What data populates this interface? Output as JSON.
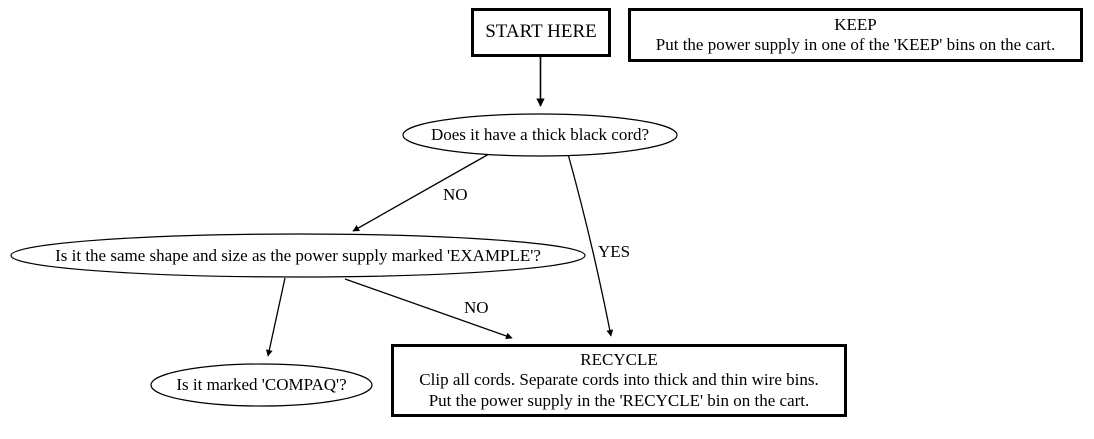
{
  "diagram": {
    "title": "Power supply sorting decision flowchart",
    "background": "#ffffff",
    "stroke": "#000000",
    "nodes": {
      "start": {
        "label": "START HERE",
        "shape": "box"
      },
      "keep": {
        "line1": "KEEP",
        "line2": "Put the power supply in one of the 'KEEP' bins on the cart.",
        "shape": "box"
      },
      "cord_question": {
        "label": "Does it have a thick black cord?",
        "shape": "ellipse"
      },
      "example_question": {
        "label": "Is it the same shape and size as the power supply marked 'EXAMPLE'?",
        "shape": "ellipse"
      },
      "compaq_question": {
        "label": "Is it marked 'COMPAQ'?",
        "shape": "ellipse"
      },
      "recycle": {
        "line1": "RECYCLE",
        "line2": "Clip all cords. Separate cords into thick and thin wire bins.",
        "line3": "Put the power supply in the 'RECYCLE' bin on the cart.",
        "shape": "box"
      }
    },
    "edge_labels": {
      "cord_no": "NO",
      "cord_yes": "YES",
      "example_no": "NO"
    }
  }
}
